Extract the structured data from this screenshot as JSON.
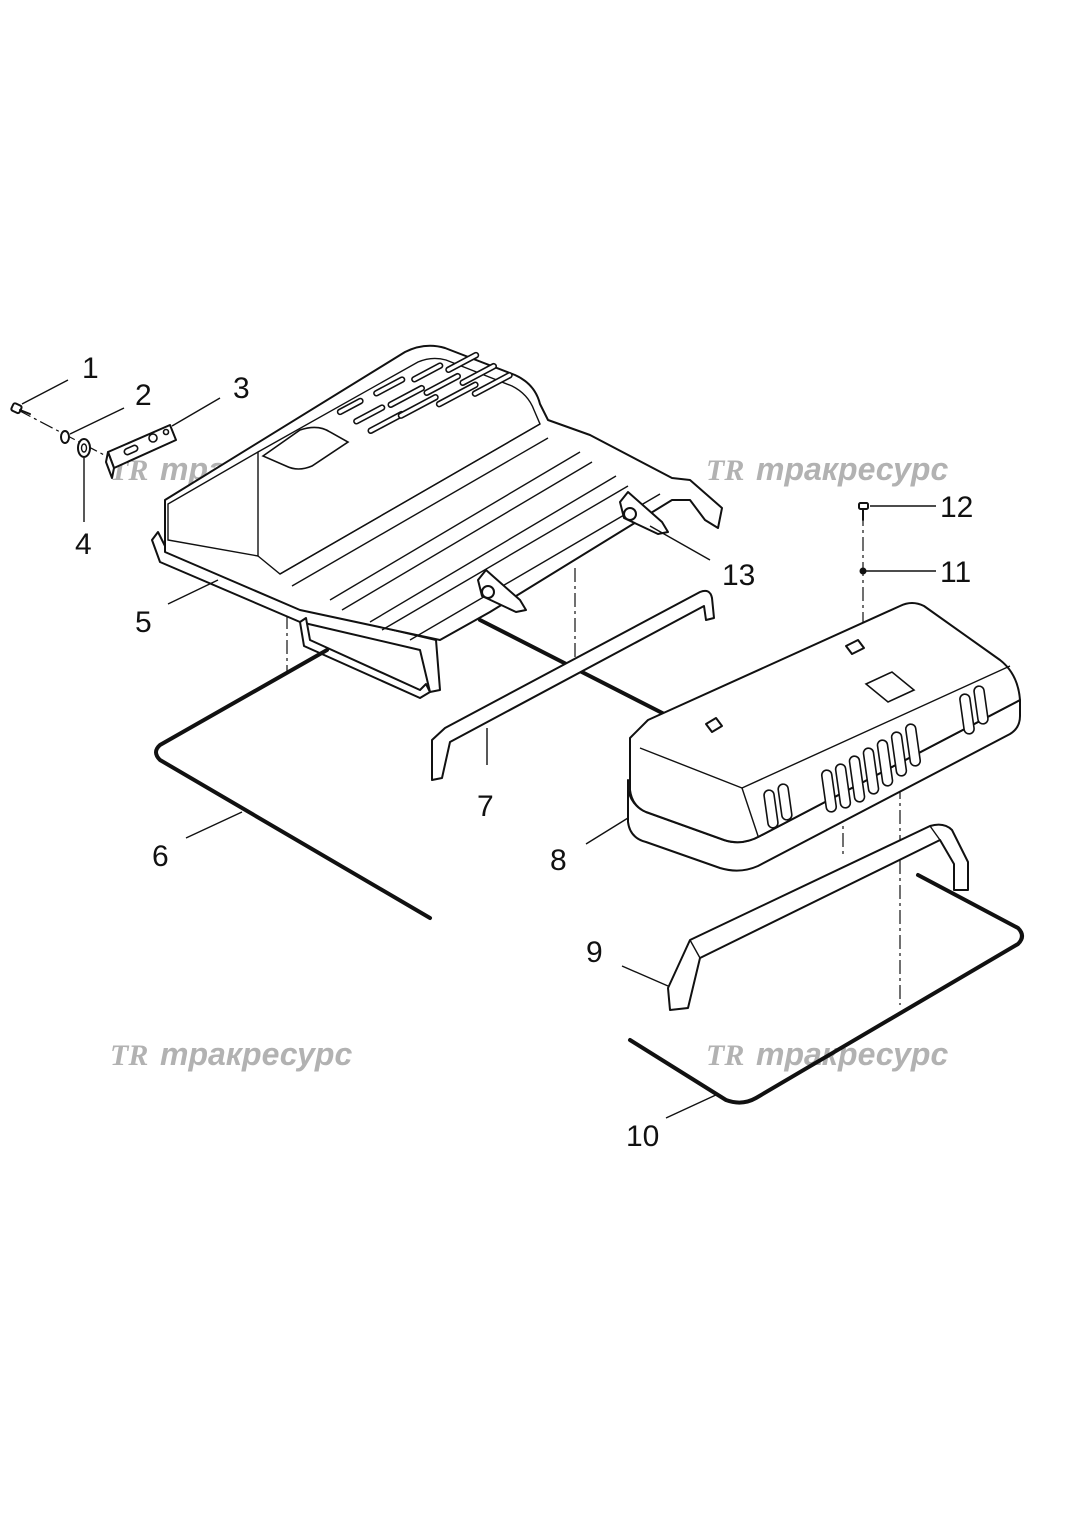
{
  "watermark": {
    "logo": "TR",
    "text": "тракресурс"
  },
  "callouts": [
    {
      "id": "1",
      "label": "1"
    },
    {
      "id": "2",
      "label": "2"
    },
    {
      "id": "3",
      "label": "3"
    },
    {
      "id": "4",
      "label": "4"
    },
    {
      "id": "5",
      "label": "5"
    },
    {
      "id": "6",
      "label": "6"
    },
    {
      "id": "7",
      "label": "7"
    },
    {
      "id": "8",
      "label": "8"
    },
    {
      "id": "9",
      "label": "9"
    },
    {
      "id": "10",
      "label": "10"
    },
    {
      "id": "11",
      "label": "11"
    },
    {
      "id": "12",
      "label": "12"
    },
    {
      "id": "13",
      "label": "13"
    }
  ],
  "colors": {
    "line": "#111111",
    "watermark": "#b2b2b2",
    "background": "#ffffff"
  }
}
